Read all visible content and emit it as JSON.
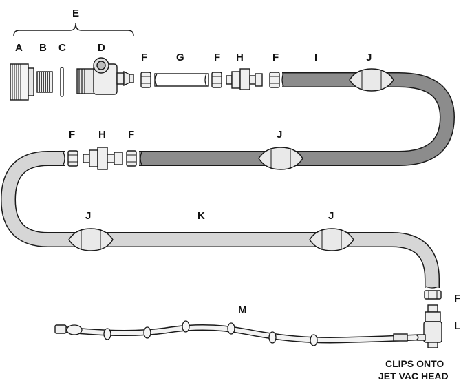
{
  "colors": {
    "dark_hose": "#8c8c8c",
    "light_hose": "#d6d6d6",
    "fitting": "#ececec",
    "outline": "#1a1a1a",
    "background": "#ffffff"
  },
  "labels": {
    "A": "A",
    "B": "B",
    "C": "C",
    "D": "D",
    "E": "E",
    "F": "F",
    "G": "G",
    "H": "H",
    "I": "I",
    "J": "J",
    "K": "K",
    "L": "L",
    "M": "M"
  },
  "caption": {
    "line1": "CLIPS ONTO",
    "line2": "JET VAC HEAD"
  }
}
